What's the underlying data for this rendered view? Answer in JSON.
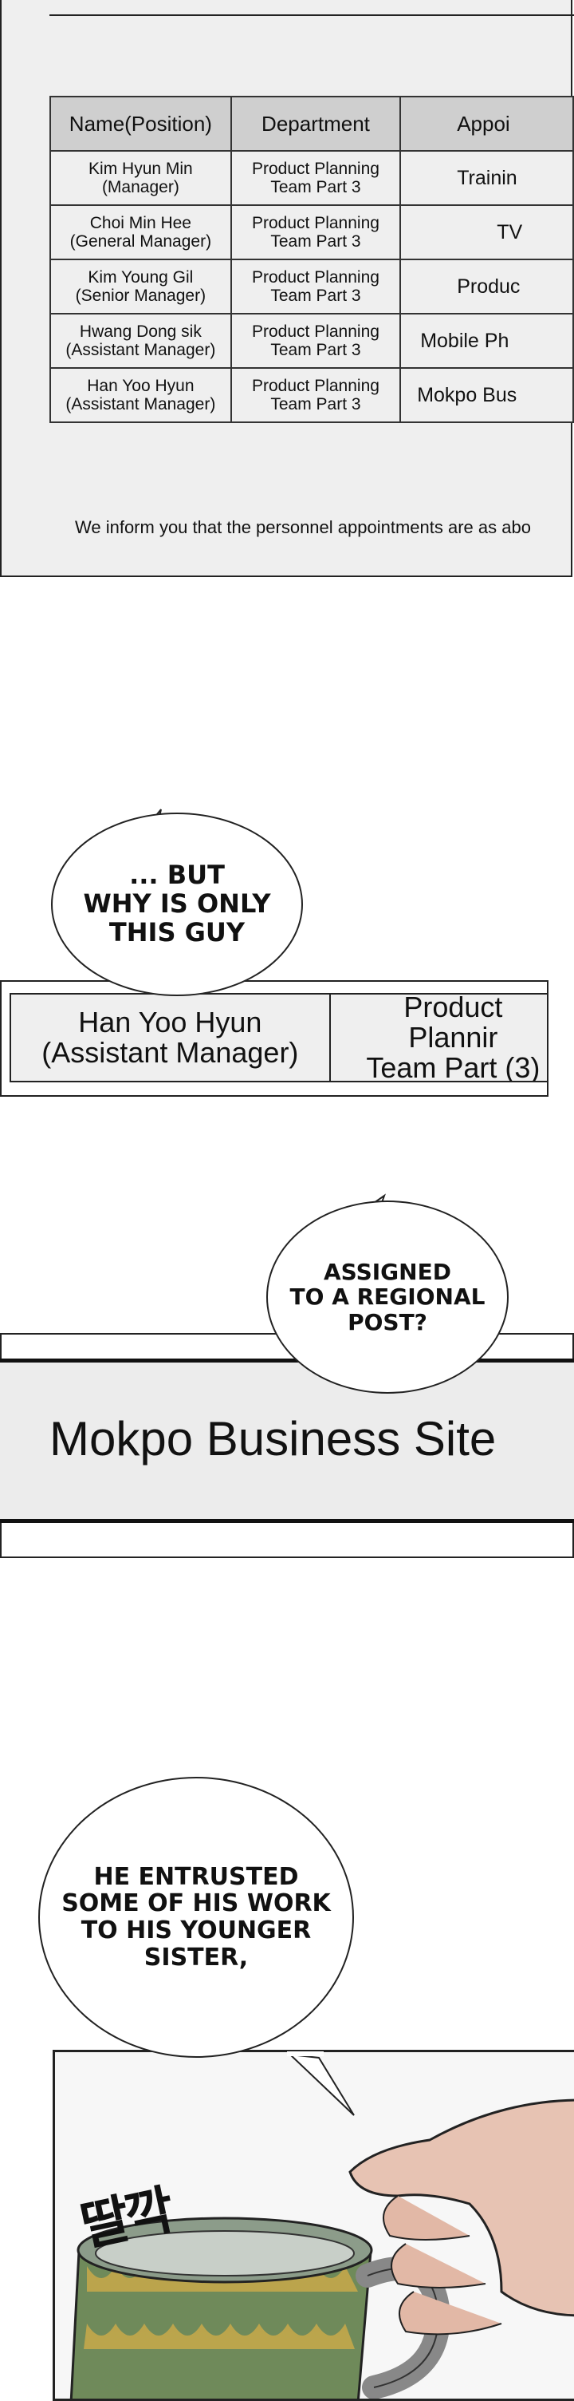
{
  "document": {
    "headers": [
      "Name(Position)",
      "Department",
      "Appoi"
    ],
    "rows": [
      {
        "name": "Kim Hyun Min (Manager)",
        "dept": "Product Planning\nTeam Part 3",
        "appt": "Trainin"
      },
      {
        "name": "Choi Min Hee\n(General Manager)",
        "dept": "Product Planning\nTeam Part 3",
        "appt": "TV"
      },
      {
        "name": "Kim Young Gil\n(Senior Manager)",
        "dept": "Product Planning\nTeam Part 3",
        "appt": "Produc"
      },
      {
        "name": "Hwang Dong sik\n(Assistant Manager)",
        "dept": "Product Planning\nTeam Part 3",
        "appt": "Mobile Ph"
      },
      {
        "name": "Han Yoo Hyun\n(Assistant Manager)",
        "dept": "Product Planning\nTeam Part 3",
        "appt": "Mokpo Bus"
      }
    ],
    "notice": "We inform you that the personnel appointments are as abo"
  },
  "panel2": {
    "bubble": "... BUT\nWHY IS ONLY\nTHIS GUY",
    "name_cell": "Han Yoo Hyun\n(Assistant Manager)",
    "dept_cell": "Product Plannir\nTeam Part (3)"
  },
  "panel3": {
    "bubble": "ASSIGNED\nTO A REGIONAL\nPOST?",
    "site": "Mokpo Business Site"
  },
  "panel4": {
    "bubble": "HE ENTRUSTED\nSOME OF HIS WORK\nTO HIS YOUNGER\nSISTER,",
    "sfx": "딸깍"
  },
  "colors": {
    "ink": "#111111",
    "paper": "#efefef",
    "header_fill": "#cfcfcf",
    "mug_green": "#6f8a5a",
    "mug_yellow": "#c9a94a",
    "skin": "#e7c3b3"
  }
}
